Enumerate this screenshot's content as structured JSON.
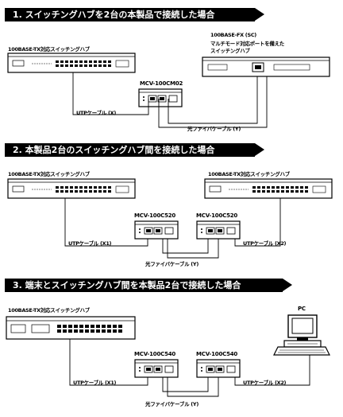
{
  "sections": [
    {
      "heading": "1. スイッチングハブを2台の本製品で接続した場合",
      "left_device": "100BASE-TX対応スイッチングハブ",
      "right_device": [
        "100BASE-FX (SC)",
        "マルチモード対応ポートを備えた",
        "スイッチングハブ"
      ],
      "converter": "MCV-100CM02",
      "cable_utp": "UTPケーブル (X)",
      "cable_fiber": "光ファイバケーブル (Y)"
    },
    {
      "heading": "2. 本製品2台のスイッチングハブ間を接続した場合",
      "left_device": "100BASE-TX対応スイッチングハブ",
      "right_device": "100BASE-TX対応スイッチングハブ",
      "converter_left": "MCV-100C520",
      "converter_right": "MCV-100C520",
      "cable_utp_left": "UTPケーブル (X1)",
      "cable_utp_right": "UTPケーブル (X2)",
      "cable_fiber": "光ファイバケーブル (Y)"
    },
    {
      "heading": "3. 端末とスイッチングハブ間を本製品2台で接続した場合",
      "left_device": "100BASE-TX対応スイッチングハブ",
      "right_device": "PC",
      "converter_left": "MCV-100C540",
      "converter_right": "MCV-100C540",
      "cable_utp_left": "UTPケーブル (X1)",
      "cable_utp_right": "UTPケーブル (X2)",
      "cable_fiber": "光ファイバケーブル (Y)"
    }
  ]
}
